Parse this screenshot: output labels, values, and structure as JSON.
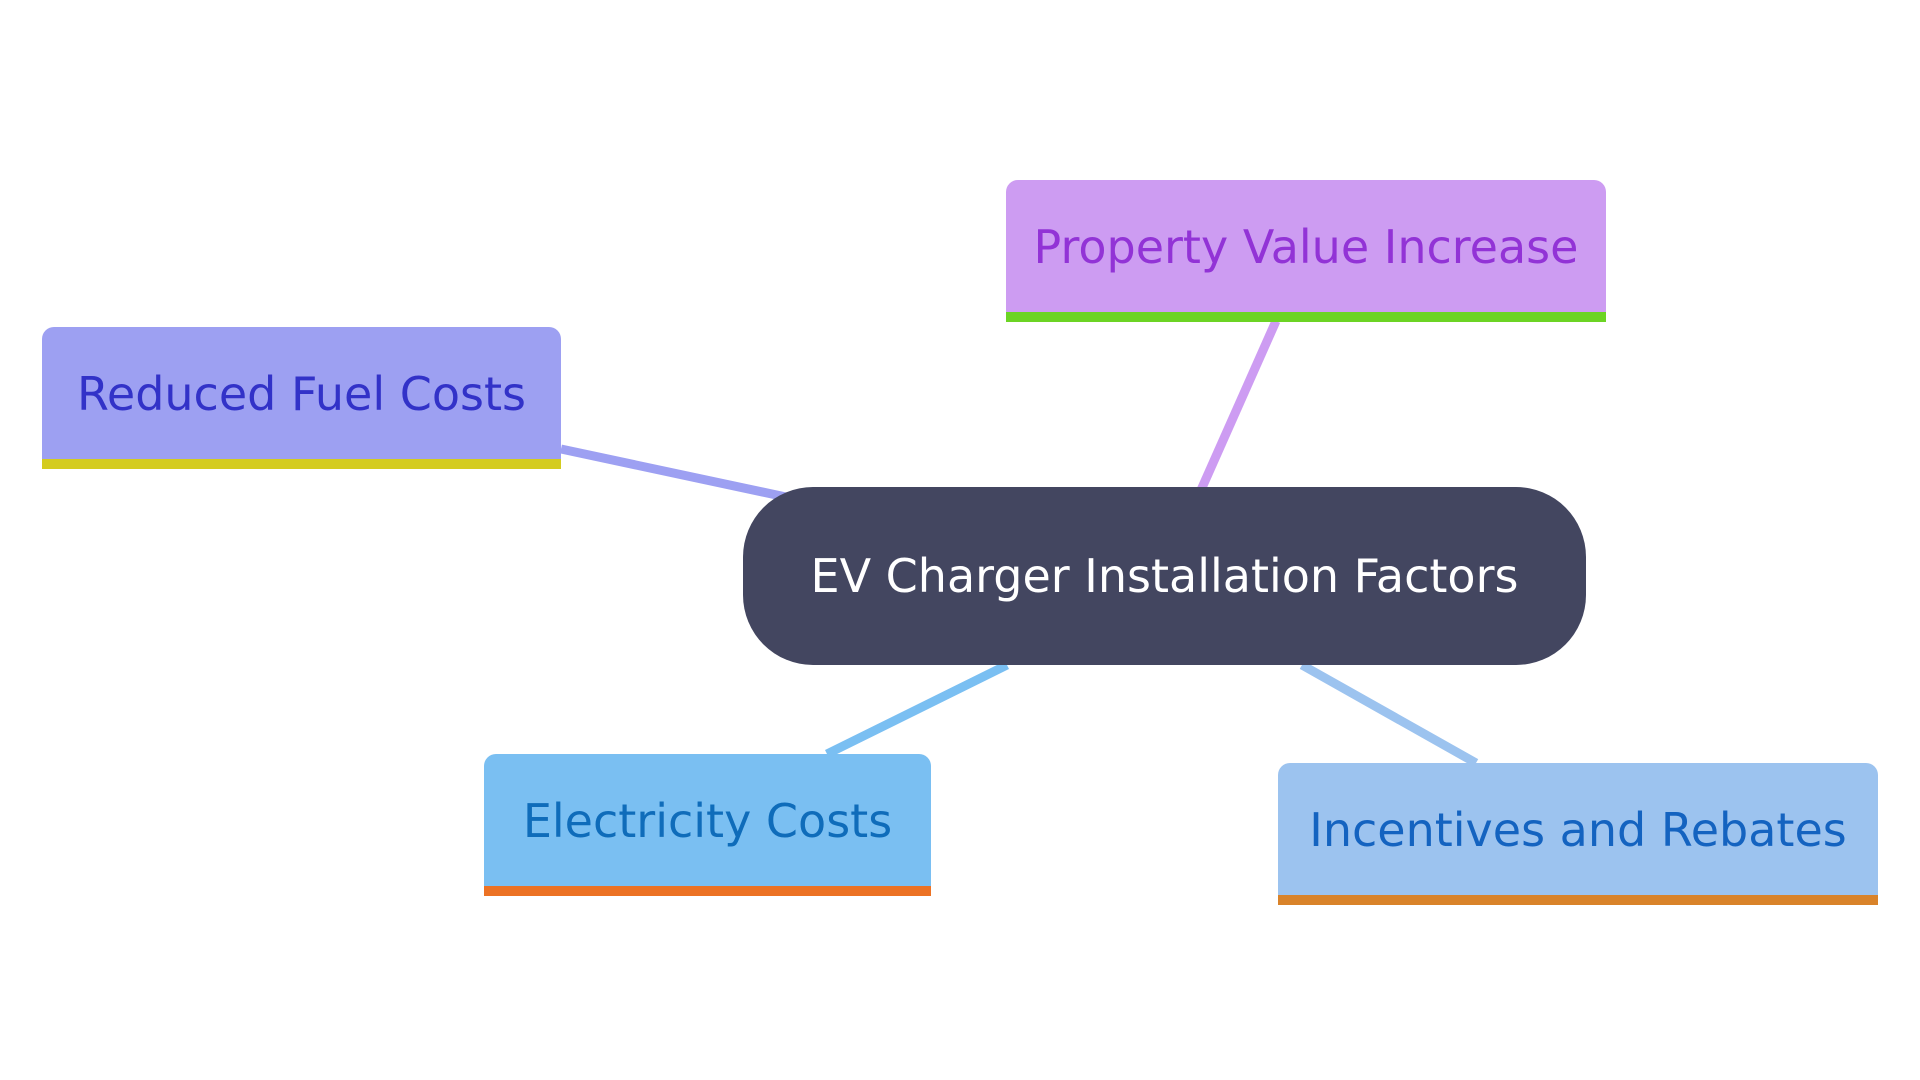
{
  "center": {
    "label": "EV Charger Installation Factors",
    "color": "#434660"
  },
  "nodes": {
    "fuel": {
      "label": "Reduced Fuel Costs",
      "fill": "#9da0f2",
      "bar": "#d4cc1f",
      "edge": "#9da0f2"
    },
    "property": {
      "label": "Property Value Increase",
      "fill": "#cd9cf2",
      "bar": "#6cd424",
      "edge": "#cd9cf2"
    },
    "electricity": {
      "label": "Electricity Costs",
      "fill": "#7abff2",
      "bar": "#ec7224",
      "edge": "#7abff2"
    },
    "incentives": {
      "label": "Incentives and Rebates",
      "fill": "#9cc3ef",
      "bar": "#d9832a",
      "edge": "#9cc3ef"
    }
  }
}
